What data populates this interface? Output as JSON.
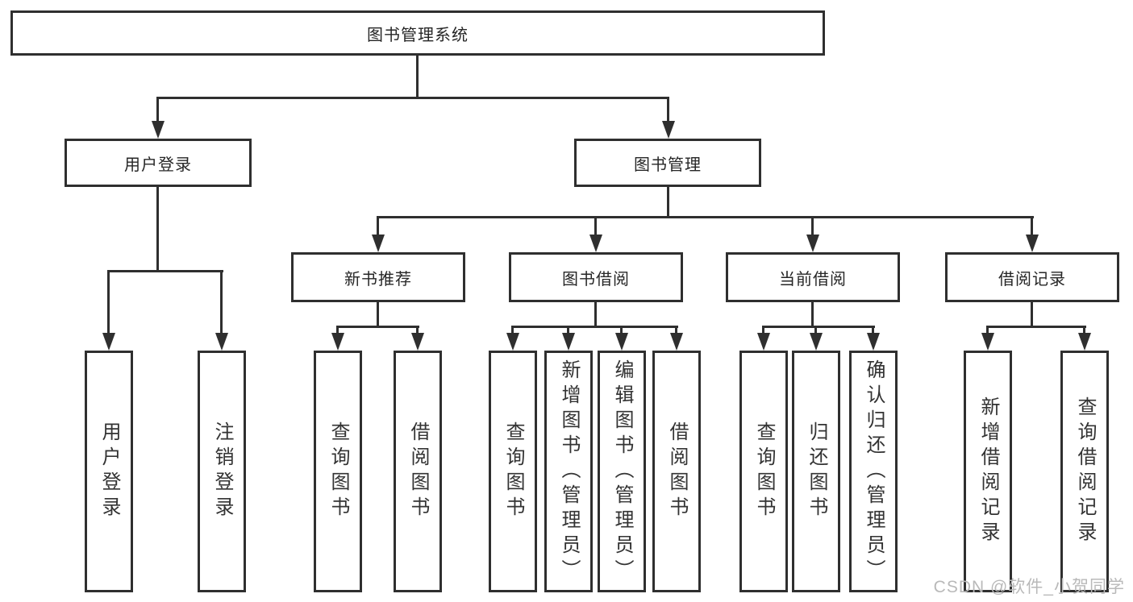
{
  "nodes": {
    "root": "图书管理系统",
    "user_login": "用户登录",
    "book_mgmt": "图书管理",
    "new_book_rec": "新书推荐",
    "book_borrow": "图书借阅",
    "current_borrow": "当前借阅",
    "borrow_records": "借阅记录",
    "leaf_user_login": "用户登录",
    "leaf_logout": "注销登录",
    "leaf_query_book_1": "查询图书",
    "leaf_borrow_book_1": "借阅图书",
    "leaf_query_book_2": "查询图书",
    "leaf_add_book": "新增图书（管理员）",
    "leaf_edit_book": "编辑图书（管理员）",
    "leaf_borrow_book_2": "借阅图书",
    "leaf_query_book_3": "查询图书",
    "leaf_return_book": "归还图书",
    "leaf_confirm_return": "确认归还（管理员）",
    "leaf_add_record": "新增借阅记录",
    "leaf_query_record": "查询借阅记录"
  },
  "hierarchy": {
    "图书管理系统": {
      "用户登录": [
        "用户登录",
        "注销登录"
      ],
      "图书管理": {
        "新书推荐": [
          "查询图书",
          "借阅图书"
        ],
        "图书借阅": [
          "查询图书",
          "新增图书（管理员）",
          "编辑图书（管理员）",
          "借阅图书"
        ],
        "当前借阅": [
          "查询图书",
          "归还图书",
          "确认归还（管理员）"
        ],
        "借阅记录": [
          "新增借阅记录",
          "查询借阅记录"
        ]
      }
    }
  },
  "watermark": "CSDN @软件_小贺同学",
  "colors": {
    "line": "#2f2f2f",
    "box_border": "#2f2f2f",
    "text": "#262626",
    "watermark": "#b9b9b9",
    "background": "#ffffff"
  }
}
